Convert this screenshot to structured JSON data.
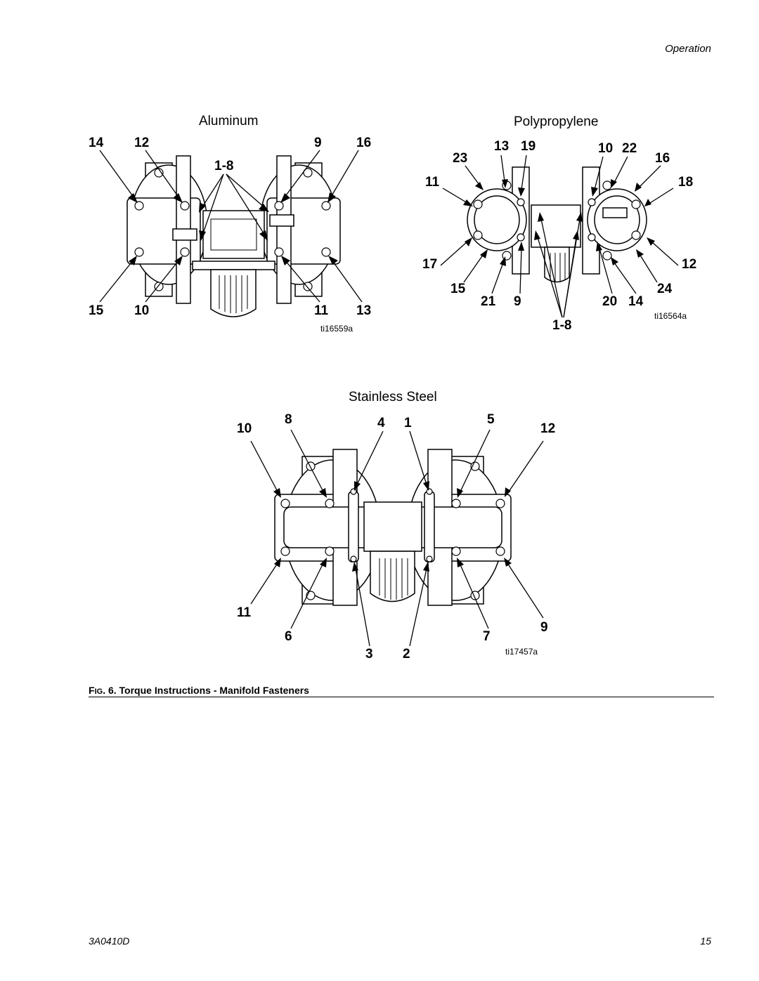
{
  "header": {
    "section": "Operation"
  },
  "figures": {
    "aluminum": {
      "title": "Aluminum",
      "id": "ti16559a",
      "labels": {
        "l14": "14",
        "l12": "12",
        "l9": "9",
        "l16": "16",
        "l18": "1-8",
        "l15": "15",
        "l10": "10",
        "l11": "11",
        "l13": "13"
      }
    },
    "polypropylene": {
      "title": "Polypropylene",
      "id": "ti16564a",
      "labels": {
        "l13": "13",
        "l19": "19",
        "l10": "10",
        "l22": "22",
        "l23": "23",
        "l16": "16",
        "l11": "11",
        "l18": "18",
        "l17": "17",
        "l12": "12",
        "l15": "15",
        "l24": "24",
        "l21": "21",
        "l9": "9",
        "l20": "20",
        "l14": "14",
        "l1_8": "1-8"
      }
    },
    "stainless": {
      "title": "Stainless Steel",
      "id": "ti17457a",
      "labels": {
        "l10": "10",
        "l8": "8",
        "l4": "4",
        "l1": "1",
        "l5": "5",
        "l12": "12",
        "l11": "11",
        "l6": "6",
        "l7": "7",
        "l9": "9",
        "l3": "3",
        "l2": "2"
      }
    }
  },
  "caption": {
    "prefix_big": "F",
    "prefix_small": "IG",
    "text": ". 6. Torque Instructions - Manifold Fasteners"
  },
  "footer": {
    "doc_number": "3A0410D",
    "page_number": "15"
  }
}
